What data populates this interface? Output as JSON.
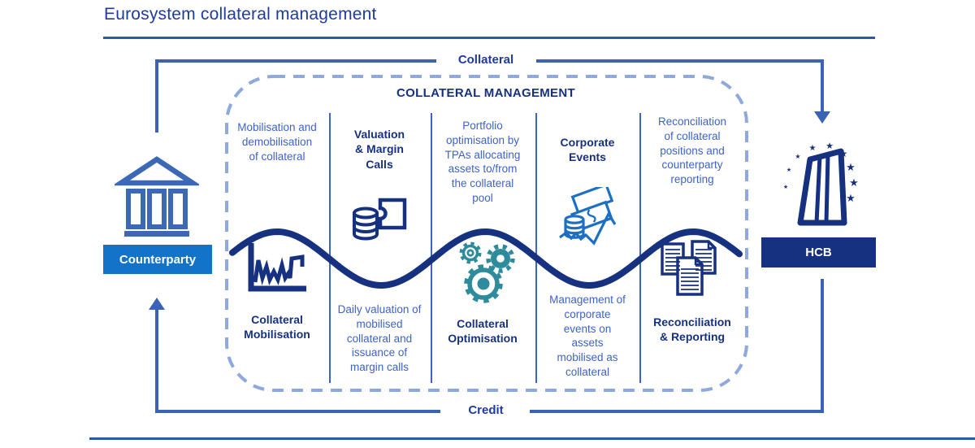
{
  "title": "Eurosystem collateral management",
  "flow": {
    "top_label": "Collateral",
    "bottom_label": "Credit"
  },
  "actors": {
    "counterparty": {
      "label": "Counterparty",
      "icon": "bank-icon"
    },
    "hcb": {
      "label": "HCB",
      "icon": "central-bank-tower-icon"
    }
  },
  "management": {
    "heading": "COLLATERAL MANAGEMENT",
    "columns": [
      {
        "id": "mobilisation",
        "top_text": "Mobilisation and demobilisation of collateral",
        "bottom_text": "Collateral Mobilisation",
        "bold_position": "bottom",
        "icon": "line-chart-icon"
      },
      {
        "id": "valuation-margin-calls",
        "top_text": "Valuation & Margin Calls",
        "bottom_text": "Daily valuation of mobilised collateral and issuance of margin calls",
        "bold_position": "top",
        "icon": "coins-puzzle-icon"
      },
      {
        "id": "optimisation",
        "top_text": "Portfolio optimisation by TPAs allocating assets to/from the collateral pool",
        "bottom_text": "Collateral Optimisation",
        "bold_position": "bottom",
        "icon": "gears-icon"
      },
      {
        "id": "corporate-events",
        "top_text": "Corporate Events",
        "bottom_text": "Management of corporate events on assets mobilised as collateral",
        "bold_position": "top",
        "icon": "banknotes-trend-icon"
      },
      {
        "id": "reconciliation",
        "top_text": "Reconciliation of collateral positions and counterparty reporting",
        "bottom_text": "Reconciliation & Reporting",
        "bold_position": "bottom",
        "icon": "documents-icon"
      }
    ]
  },
  "colors": {
    "navy": "#16317F",
    "title_blue": "#1F3BA0",
    "flow_line": "#3A62B5",
    "rule_line": "#2E55A8",
    "regular_text": "#3E63C6",
    "dashed_border": "#8EA9DB",
    "counterparty_fill": "#1273C9",
    "hcb_fill": "#16317F",
    "icon_bright_blue": "#1D6FC4",
    "bank_icon_blue": "#3B69B5",
    "gear_teal": "#2E8B9B"
  }
}
